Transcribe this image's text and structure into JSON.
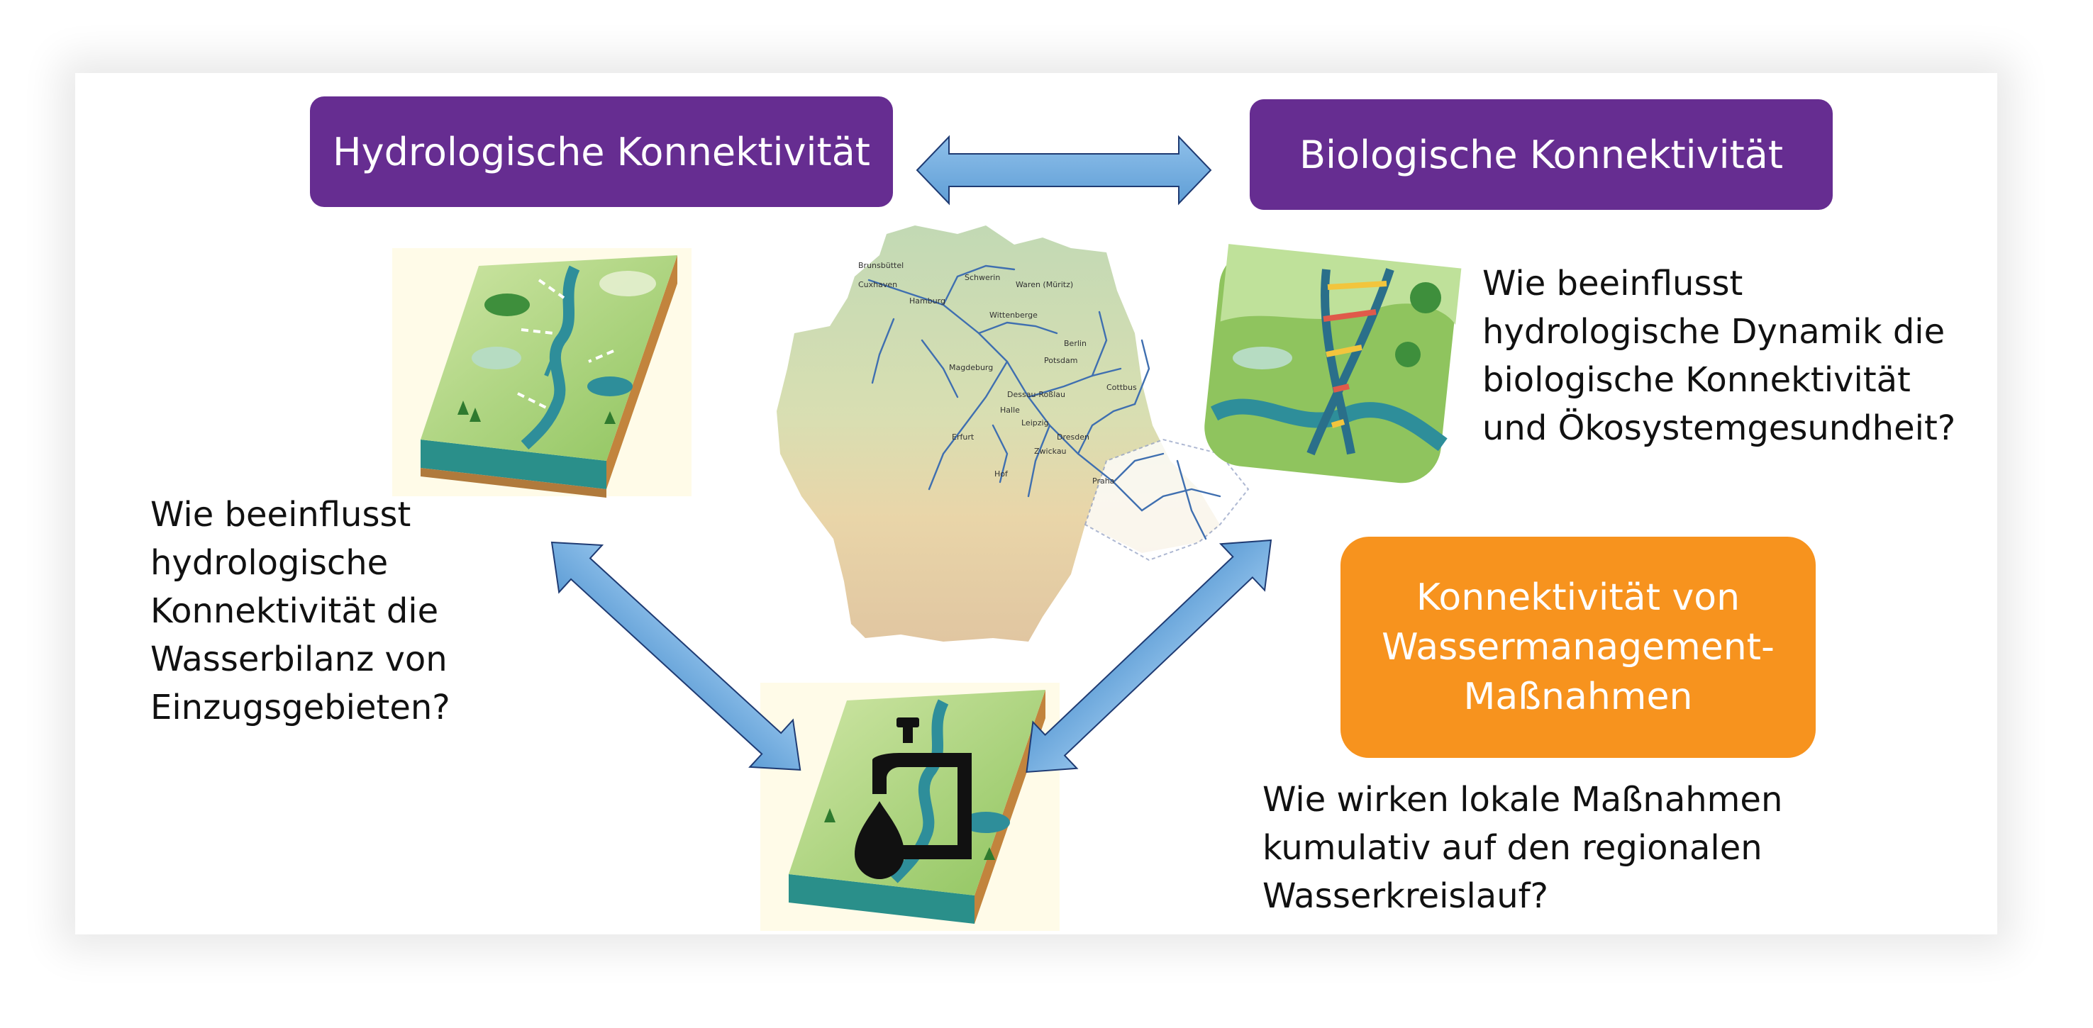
{
  "boxes": {
    "hydro": "Hydrologische Konnektivität",
    "bio": "Biologische Konnektivität",
    "water_mgmt": "Konnektivität von\nWassermanagement-\nMaßnahmen"
  },
  "questions": {
    "hydro": [
      "Wie beeinflusst",
      "hydrologische",
      "Konnektivität die",
      "Wasserbilanz von",
      "Einzugsgebieten?"
    ],
    "bio": [
      "Wie beeinflusst",
      "hydrologische Dynamik die",
      "biologische Konnektivität",
      "und Ökosystemgesundheit?"
    ],
    "mgmt": [
      "Wie wirken lokale Maßnahmen",
      "kumulativ auf den regionalen",
      "Wasserkreislauf?"
    ]
  },
  "map": {
    "cities": [
      "Brunsbüttel",
      "Cuxhaven",
      "Hamburg",
      "Schwerin",
      "Waren (Müritz)",
      "Wittenberge",
      "Berlin",
      "Potsdam",
      "Magdeburg",
      "Dessau-Roßlau",
      "Cottbus",
      "Halle",
      "Leipzig",
      "Dresden",
      "Erfurt",
      "Zwickau",
      "Hof",
      "Praha"
    ]
  },
  "colors": {
    "box_purple": "#662d91",
    "box_orange": "#f7931e",
    "arrow_fill": "#74aee0",
    "arrow_stroke": "#1f3b73"
  },
  "icons": [
    "landscape-hydro-icon",
    "dna-landscape-icon",
    "faucet-landscape-icon",
    "germany-elbe-map"
  ]
}
